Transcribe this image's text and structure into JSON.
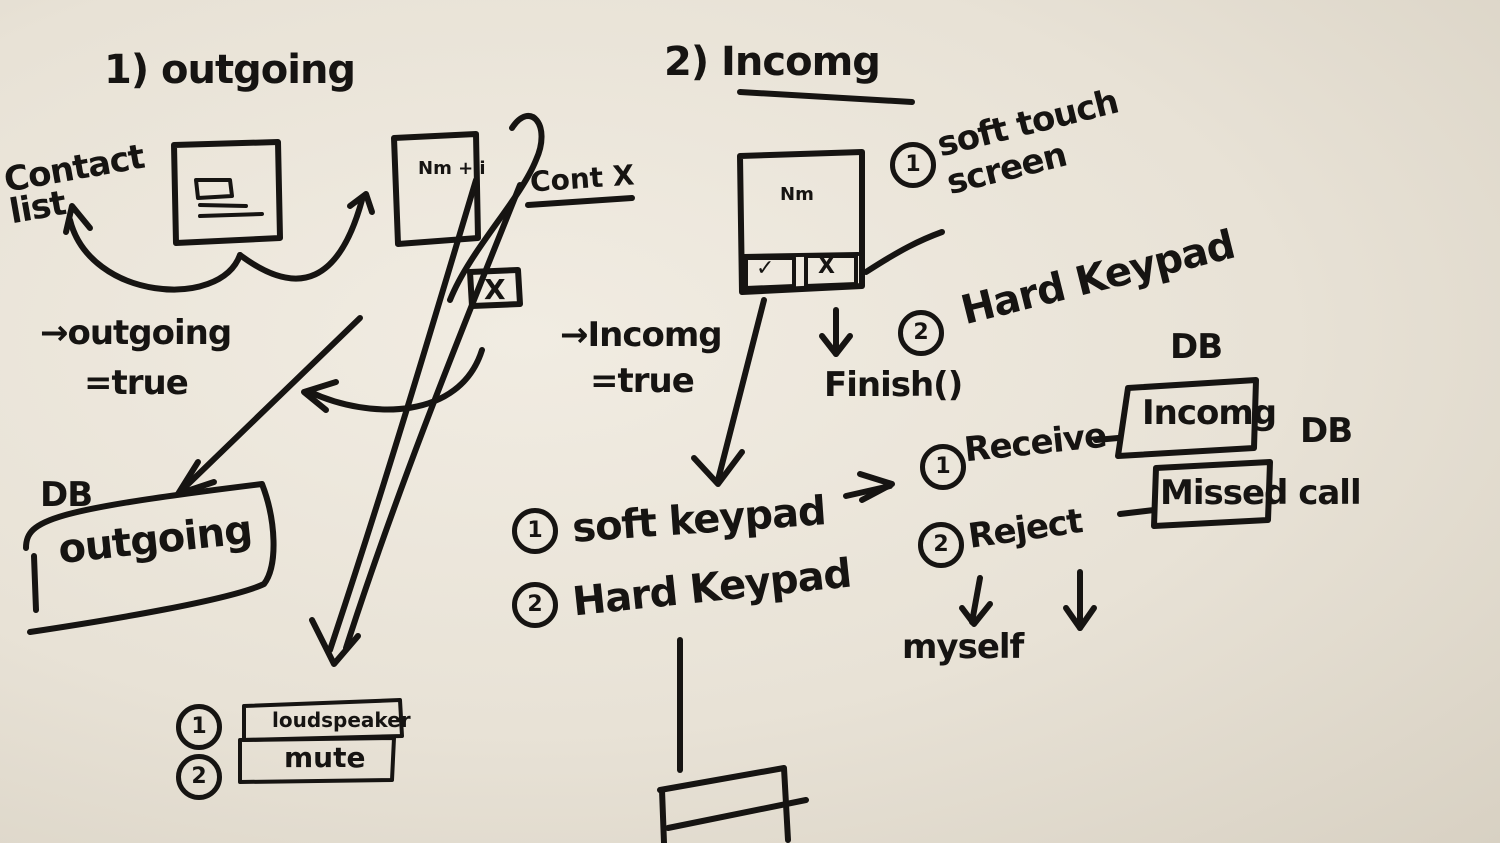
{
  "outgoing": {
    "heading": "1) outgoing",
    "contact_list": "Contact list",
    "phone_screen": "Nm + i",
    "cancel_label": "Cont X",
    "cancel_button": "X",
    "flag_line1": "→outgoing",
    "flag_line2": "=true",
    "db_label": "DB",
    "db_box": "outgoing",
    "options": [
      {
        "num": "1",
        "label": "loudspeaker"
      },
      {
        "num": "2",
        "label": "mute"
      }
    ]
  },
  "incoming": {
    "heading": "2) Incomg",
    "phone_screen": "Nm",
    "accept_button": "✓",
    "reject_button": "X",
    "input_1": {
      "num": "1",
      "label": "soft touch screen"
    },
    "input_2": {
      "num": "2",
      "label": "Hard Keypad"
    },
    "finish": "Finish()",
    "flag_line1": "→Incomg",
    "flag_line2": "=true",
    "keypads": [
      {
        "num": "1",
        "label": "soft keypad"
      },
      {
        "num": "2",
        "label": "Hard Keypad"
      }
    ],
    "actions": [
      {
        "num": "1",
        "label": "Receive",
        "db_label": "DB",
        "db_box": "Incomg"
      },
      {
        "num": "2",
        "label": "Reject",
        "db_label": "DB",
        "db_box": "Missed call"
      }
    ],
    "myself": "myself"
  }
}
